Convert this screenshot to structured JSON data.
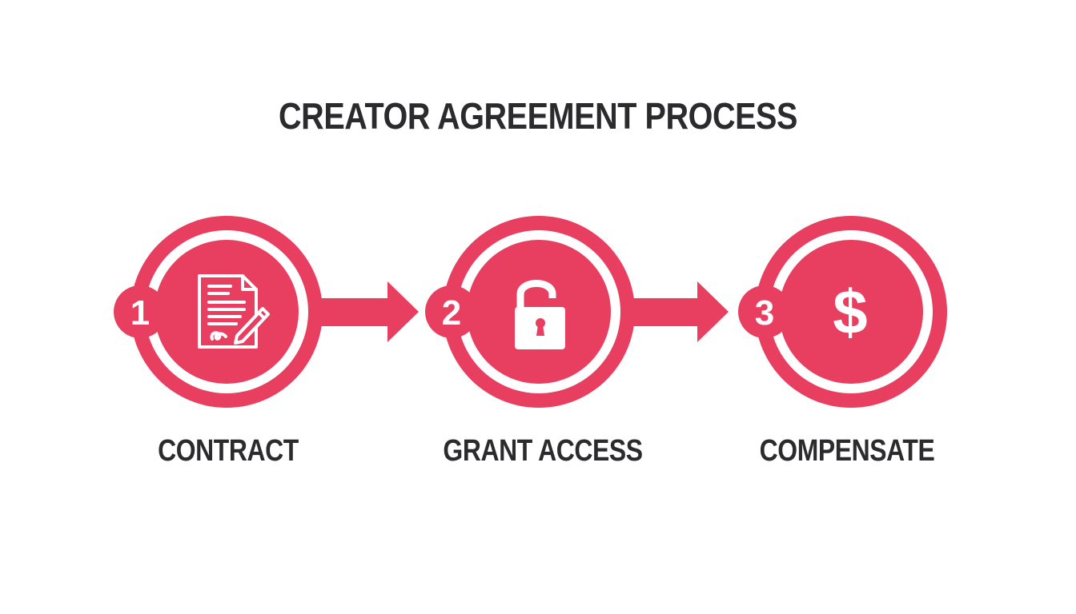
{
  "title": "CREATOR AGREEMENT PROCESS",
  "colors": {
    "accent": "#E83E5F",
    "text": "#2B2B2E",
    "background": "#FFFFFF",
    "icon": "#FFFFFF"
  },
  "steps": [
    {
      "number": "1",
      "label": "CONTRACT",
      "icon": "contract-document-pen-icon"
    },
    {
      "number": "2",
      "label": "GRANT ACCESS",
      "icon": "unlocked-padlock-icon"
    },
    {
      "number": "3",
      "label": "COMPENSATE",
      "icon": "dollar-sign-icon",
      "icon_glyph": "$"
    }
  ],
  "connectors": [
    {
      "from": "1",
      "to": "2",
      "type": "arrow-right"
    },
    {
      "from": "2",
      "to": "3",
      "type": "arrow-right"
    }
  ]
}
